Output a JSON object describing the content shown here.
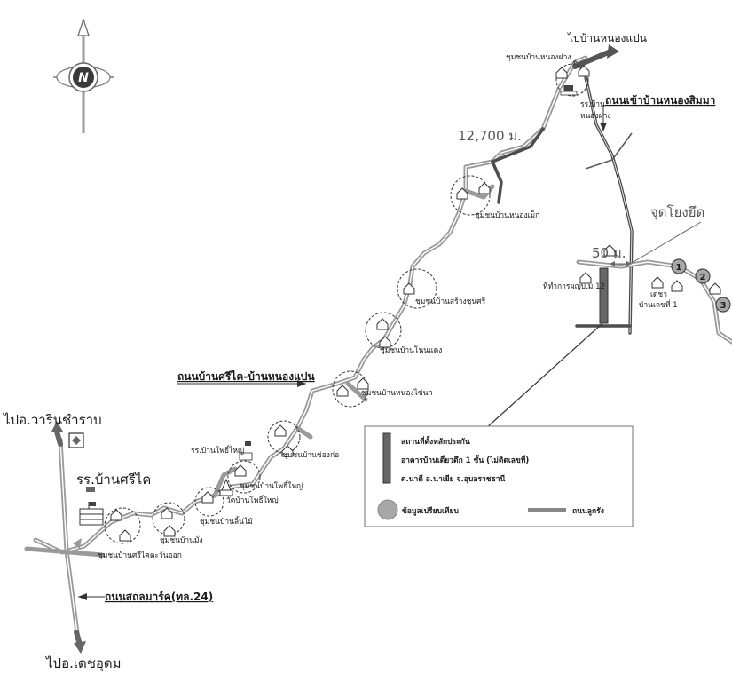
{
  "compass": {
    "letter": "N"
  },
  "labels": {
    "dest_top": "ไปบ้านหนองแปน",
    "dest_warin": "ไปอ.วารินชำราบ",
    "dest_det": "ไปอ.เดชอุดม",
    "distance_long": "12,700 ม.",
    "distance_short": "50 ม.",
    "transit_point": "จุดโยงยึด",
    "road_main": "ถนนบ้านศรีไค-บ้านหนองแปน",
    "road_highway": "ถนนสถลมาร์ค(ทล.24)",
    "road_entry": "ถนนเข้าบ้านหนองสิมมา",
    "school_srikhai": "รร.บ้านศรีไค",
    "school_nongfang": "รร.บ้าน\nหนองฝาง",
    "school_phosi": "รร.บ้านโพธิ์ใหญ่",
    "office": "ที่ทำการผญบ.ม.12",
    "house_label": "เดชา\nบ้านเลขที่ 1"
  },
  "communities": [
    "ชุมชนบ้านหนองฝาง",
    "ชุมชนบ้านหนองเม็ก",
    "ชุมชนบ้านสร้างชุนศรี",
    "ชุมชนบ้านโนนแดง",
    "ชุมชนบ้านหนองไข่นก",
    "ชุมชนบ้านช่องก่อ",
    "ชุมชนบ้านโพธิ์ใหญ่",
    "วัดบ้านโพธิ์ใหญ่",
    "ชุมชนบ้านลิ้นไม้",
    "ชุมชนบ้านมั่ง",
    "ชุมชนบ้านศรีไคตะวันออก"
  ],
  "markers": [
    "1",
    "2",
    "3"
  ],
  "legend": {
    "title": "สถานที่ตั้งหลักประกัน",
    "line2": "อาคารบ้านเดี่ยวตึก 1 ชั้น (ไม่ติดเลขที่)",
    "line3": "ต.นาดี อ.นาเยีย จ.อุบลราชธานี",
    "circle_label": "ข้อมูลเปรียบเทียบ",
    "road_label": "ถนนลูกรัง"
  },
  "colors": {
    "road_light": "#9a9a9a",
    "road_dark": "#4d4d4d",
    "marker_fill": "#a8a8a8",
    "compass_center": "#3a3a3a"
  }
}
